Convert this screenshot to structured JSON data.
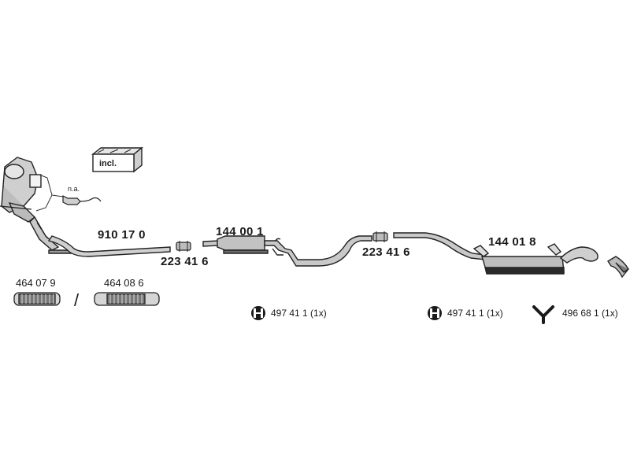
{
  "diagram": {
    "catalytic_converter": {
      "note": "n.a."
    },
    "kit_box": {
      "label": "incl."
    },
    "parts": [
      {
        "number": "910 17 0"
      },
      {
        "number": "223 41 6"
      },
      {
        "number": "144 00 1"
      },
      {
        "number": "223 41 6"
      },
      {
        "number": "144 01 8"
      }
    ],
    "flex_pipes": {
      "option_a": "464 07 9",
      "option_b": "464 08 6",
      "separator": "/"
    },
    "hardware": [
      {
        "icon": "rubber-mount-icon",
        "label": "497 41 1 (1x)"
      },
      {
        "icon": "rubber-mount-icon",
        "label": "497 41 1 (1x)"
      },
      {
        "icon": "y-hanger-icon",
        "label": "496 68 1 (1x)"
      }
    ]
  }
}
